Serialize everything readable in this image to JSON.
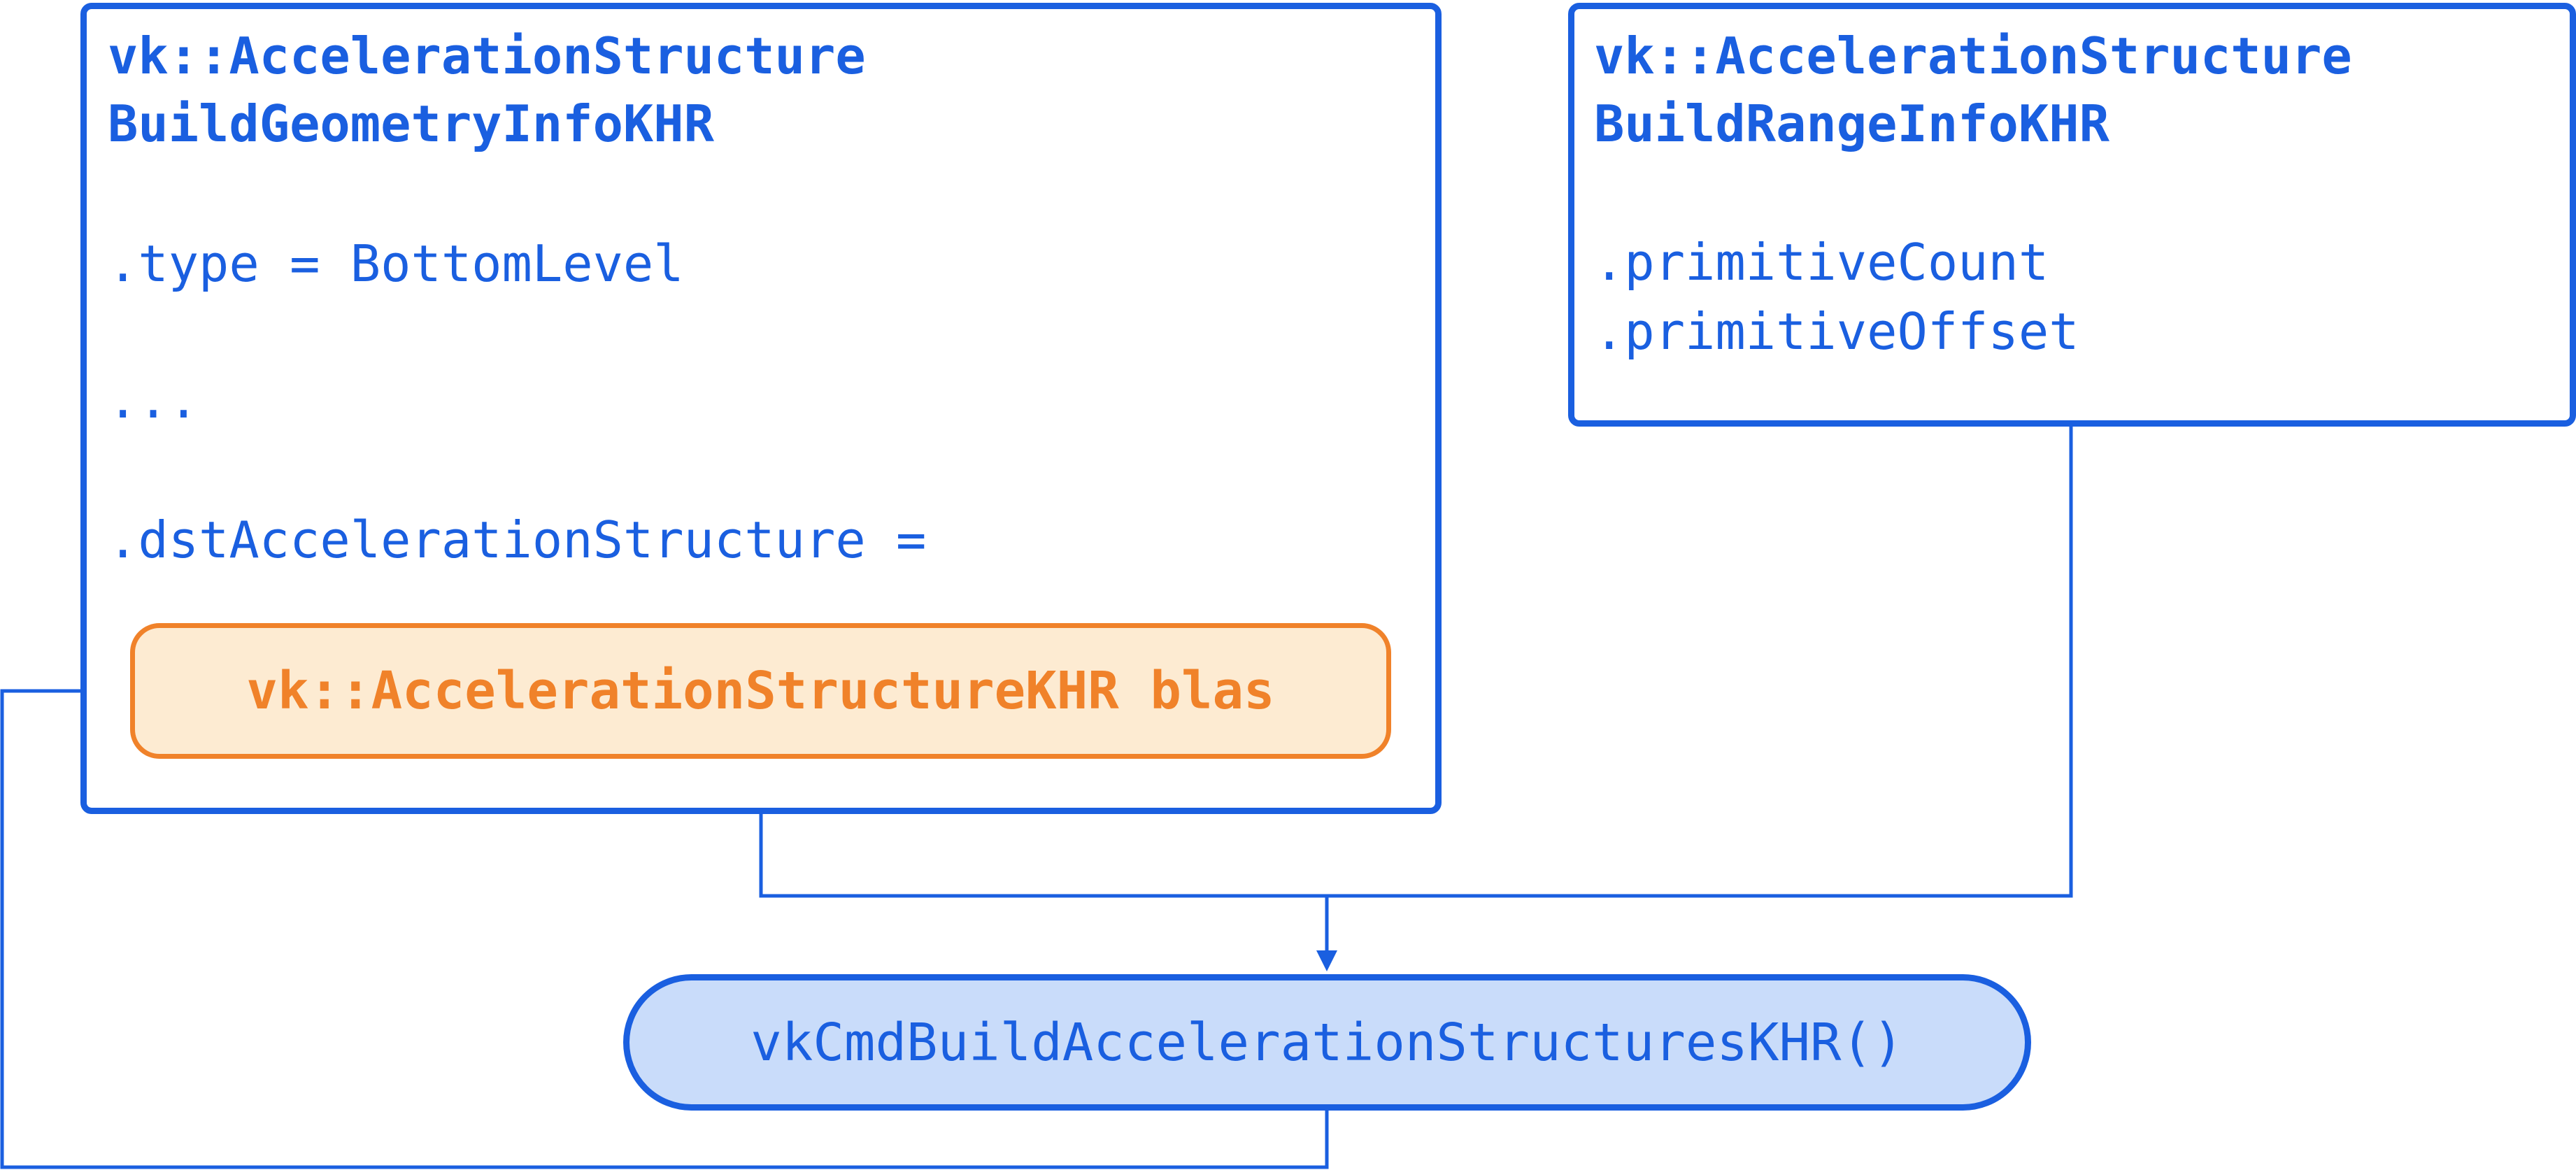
{
  "colors": {
    "blue": "#1a5fe0",
    "orange": "#f0822a",
    "orange_fill": "#fdebd2",
    "cmd_fill": "#c9dcfa"
  },
  "geometry_info": {
    "title_line1": "vk::AccelerationStructure",
    "title_line2": "BuildGeometryInfoKHR",
    "field_type": ".type = BottomLevel",
    "ellipsis": "...",
    "field_dst": ".dstAccelerationStructure =",
    "blas_label": "vk::AccelerationStructureKHR blas"
  },
  "range_info": {
    "title_line1": "vk::AccelerationStructure",
    "title_line2": "BuildRangeInfoKHR",
    "field_count": ".primitiveCount",
    "field_offset": ".primitiveOffset"
  },
  "command": {
    "label": "vkCmdBuildAccelerationStructuresKHR()"
  }
}
